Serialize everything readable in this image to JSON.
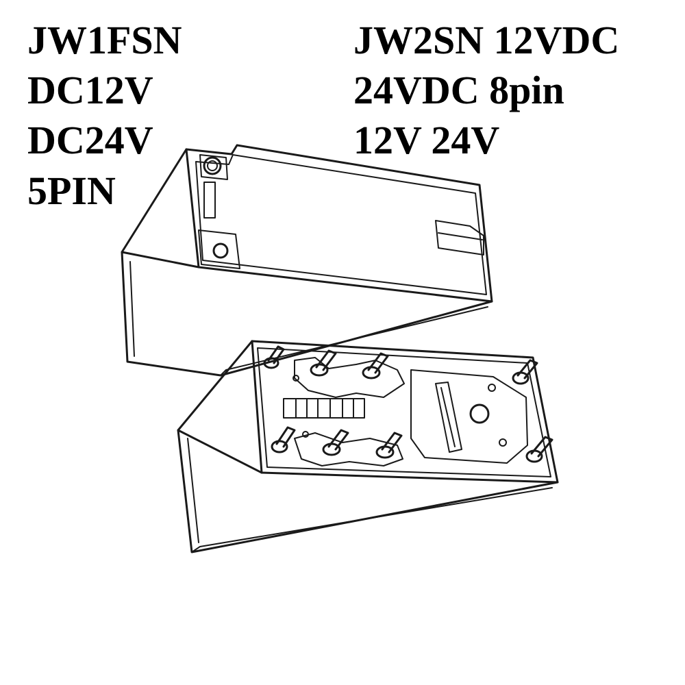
{
  "left_text": {
    "line1": "JW1FSN",
    "line2": "DC12V",
    "line3": "DC24V",
    "line4": "5PIN"
  },
  "right_text": {
    "line1": "JW2SN 12VDC",
    "line2": "24VDC 8pin",
    "line3": "12V 24V"
  },
  "colors": {
    "background": "#ffffff",
    "text": "#000000",
    "line_art": "#1a1a1a"
  },
  "illustration": {
    "subject": "relay-icon",
    "views": [
      "top-view",
      "bottom-view-with-pins"
    ]
  }
}
